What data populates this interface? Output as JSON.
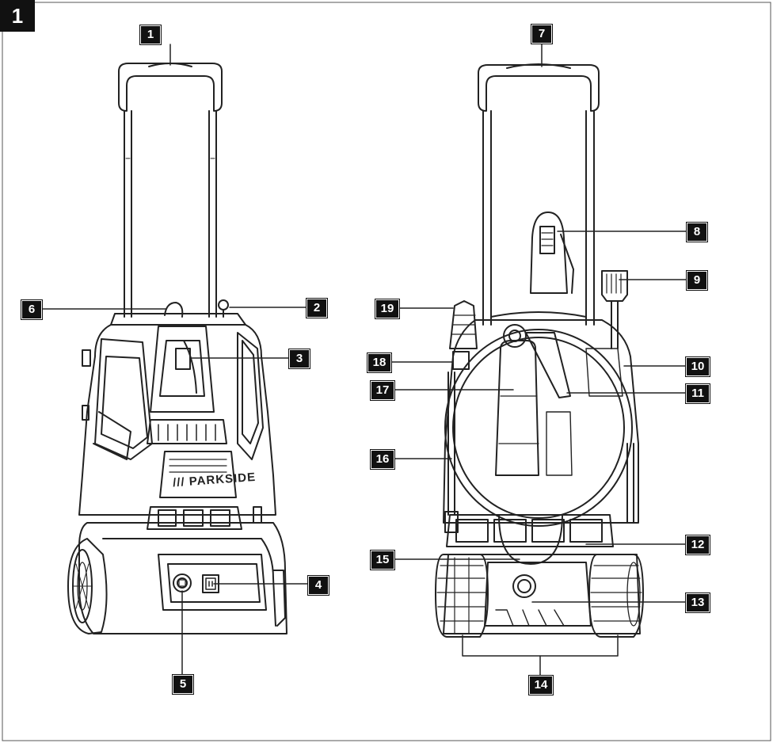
{
  "figure_number": "1",
  "brand_text": "/// PARKSIDE",
  "callouts": {
    "c1": "1",
    "c2": "2",
    "c3": "3",
    "c4": "4",
    "c5": "5",
    "c6": "6",
    "c7": "7",
    "c8": "8",
    "c9": "9",
    "c10": "10",
    "c11": "11",
    "c12": "12",
    "c13": "13",
    "c14": "14",
    "c15": "15",
    "c16": "16",
    "c17": "17",
    "c18": "18",
    "c19": "19"
  }
}
